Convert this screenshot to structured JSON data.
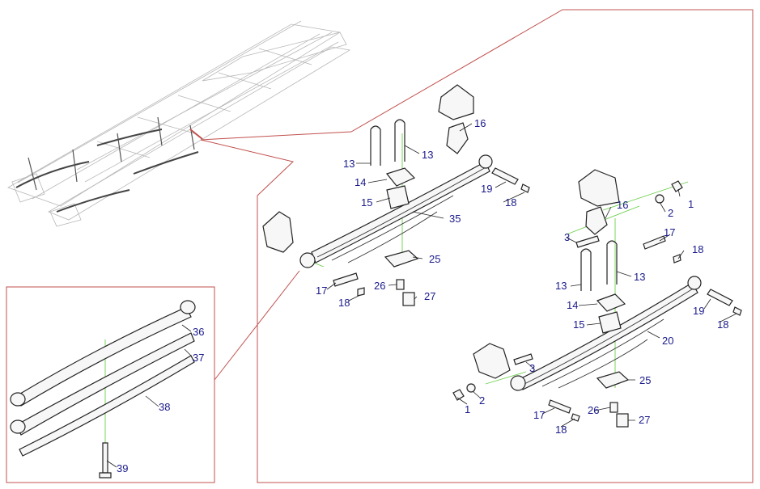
{
  "colors": {
    "callout_text": "#1a1a8c",
    "frame": "#c0504d",
    "center_axis": "#6ad04a",
    "linework": "#222222"
  },
  "labels": {
    "l1a": "1",
    "l2a": "2",
    "l3a": "3",
    "l13a": "13",
    "l13b": "13",
    "l14a": "14",
    "l15a": "15",
    "l16a": "16",
    "l17a": "17",
    "l18a": "18",
    "l19a": "19",
    "l20": "20",
    "l25a": "25",
    "l26a": "26",
    "l27a": "27",
    "l13c": "13",
    "l13d": "13",
    "l14b": "14",
    "l15b": "15",
    "l16b": "16",
    "l17b": "17",
    "l18b": "18",
    "l19b": "19",
    "l35": "35",
    "l25b": "25",
    "l26b": "26",
    "l27b": "27",
    "l17c": "17",
    "l18c": "18",
    "l1b": "1",
    "l2b": "2",
    "l3b": "3",
    "l18d": "18",
    "l36": "36",
    "l37": "37",
    "l38": "38",
    "l39": "39"
  }
}
